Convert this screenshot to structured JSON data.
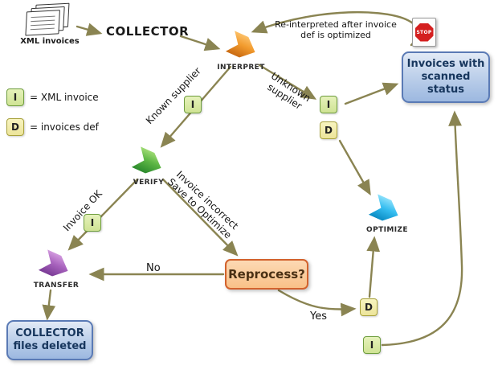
{
  "nodes": {
    "xml_invoices": "XML invoices",
    "collector": "COLLECTOR",
    "interpret": "INTERPRET",
    "verify": "VERIFY",
    "transfer": "TRANSFER",
    "optimize": "OPTIMIZE"
  },
  "boxes": {
    "scanned": "Invoices with scanned status",
    "deleted": "COLLECTOR files deleted",
    "reprocess": "Reprocess?"
  },
  "badges": {
    "invoice": "I",
    "def": "D"
  },
  "legend": {
    "invoice": "= XML invoice",
    "def": "= invoices def"
  },
  "edge_labels": {
    "known": "Known supplier",
    "unknown": "Unknown supplier",
    "ok": "Invoice OK",
    "incorrect_line1": "Invoice incorrect",
    "incorrect_line2": "Save to Optimize",
    "no": "No",
    "yes": "Yes",
    "reinterpret": "Re-interpreted after invoice def is optimized"
  },
  "stop_label": "STOP",
  "colors": {
    "arrow": "#8a8452",
    "interpret": "#f29b2e",
    "verify": "#5cb544",
    "transfer": "#a863bd",
    "optimize": "#35bdf0",
    "result_box_border": "#5a7ab5",
    "reprocess_border": "#d2622d"
  }
}
